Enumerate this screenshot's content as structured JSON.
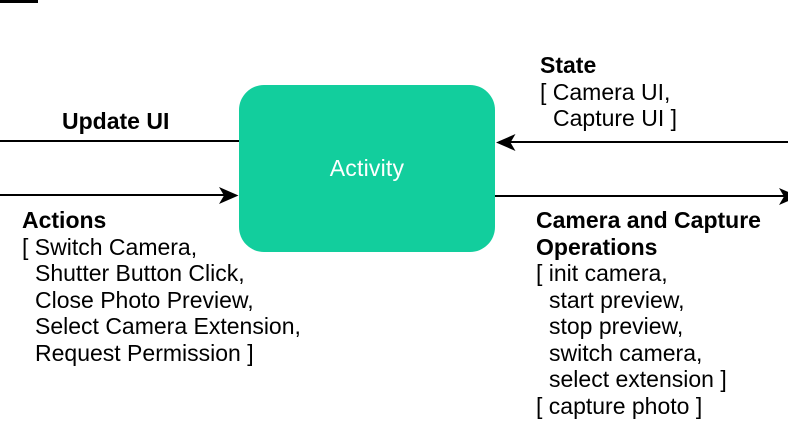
{
  "colors": {
    "activity_box": "#12CE9D",
    "activity_text": "#FFFFFF",
    "line": "#000000",
    "text": "#000000"
  },
  "diagram": {
    "activity": {
      "label": "Activity"
    },
    "update_ui": {
      "title": "Update UI"
    },
    "actions": {
      "title": "Actions",
      "lines": [
        "[ Switch Camera,",
        "Shutter Button Click,",
        "Close Photo Preview,",
        "Select Camera Extension,",
        "Request Permission ]"
      ]
    },
    "state": {
      "title": "State",
      "lines": [
        "[ Camera UI,",
        "Capture UI ]"
      ]
    },
    "camera_capture_operations": {
      "title_line1": "Camera and Capture",
      "title_line2": "Operations",
      "lines": [
        "[ init camera,",
        "start preview,",
        "stop preview,",
        "switch camera,",
        "select extension ]",
        "[ capture photo ]"
      ]
    }
  }
}
